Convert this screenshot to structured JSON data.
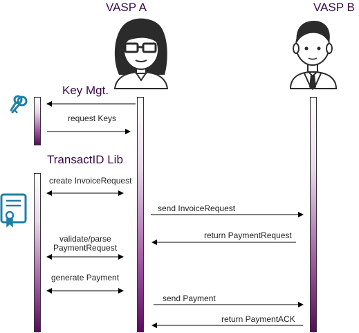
{
  "actors": {
    "a_name": "VASP A",
    "b_name": "VASP B"
  },
  "groups": {
    "key_mgt": "Key Mgt.",
    "transact_lib": "TransactID Lib"
  },
  "messages": {
    "request_keys": "request Keys",
    "create_invoice": "create InvoiceRequest",
    "send_invoice": "send InvoiceRequest",
    "return_payment_request": "return PaymentRequest",
    "validate_parse_line1": "validate/parse",
    "validate_parse_line2": "PaymentRequest",
    "generate_payment": "generate Payment",
    "send_payment": "send Payment",
    "return_payment_ack": "return PaymentACK"
  },
  "icons": {
    "key_icon": "keys-icon",
    "certificate_icon": "certificate-icon",
    "female_avatar": "person-female-glasses-icon",
    "male_avatar": "person-male-suit-icon"
  },
  "colors": {
    "header_text": "#3a0a4a",
    "lane_top": "#ffffff",
    "lane_bottom": "#5a0a60",
    "icon_teal": "#1e7fa6"
  }
}
